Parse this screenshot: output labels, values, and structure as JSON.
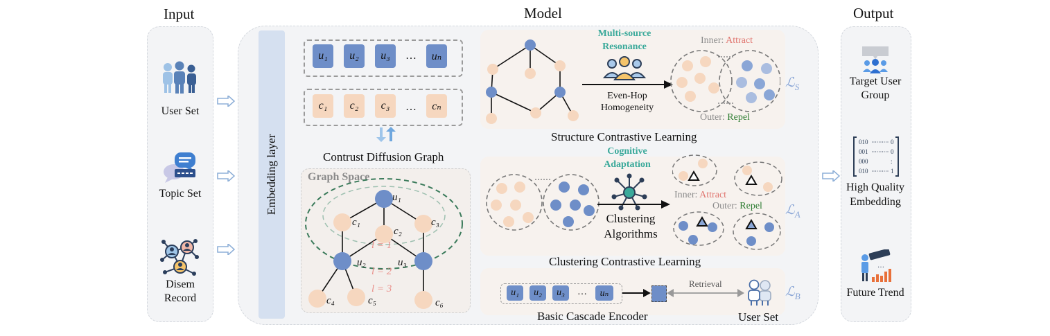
{
  "headers": {
    "input": "Input",
    "model": "Model",
    "output": "Output"
  },
  "input": {
    "user_set": "User Set",
    "topic_set": "Topic Set",
    "disem_record_line1": "Disem",
    "disem_record_line2": "Record"
  },
  "embedding_layer": "Embedding layer",
  "tokens": {
    "u": [
      "u₁",
      "u₂",
      "u₃",
      "…",
      "uₙ"
    ],
    "c": [
      "c₁",
      "c₂",
      "c₃",
      "…",
      "cₙ"
    ]
  },
  "contrust_diffusion_graph": "Contrust Diffusion Graph",
  "graph_space": {
    "title": "Graph Space",
    "nodes": {
      "u1": "u₁",
      "c1": "c₁",
      "c2": "c₂",
      "c3": "c₃",
      "u2": "u₂",
      "u3": "u₃",
      "c4": "c₄",
      "c5": "c₅",
      "c6": "c₆"
    },
    "levels": [
      "l = 1",
      "l = 2",
      "l = 3"
    ]
  },
  "structure": {
    "multi_source_line1": "Multi-source",
    "multi_source_line2": "Resonance",
    "even_hop_line1": "Even-Hop",
    "even_hop_line2": "Homogeneity",
    "inner": "Inner:",
    "attract": "Attract",
    "outer": "Outer:",
    "repel": "Repel",
    "loss": "ℒ",
    "loss_sub": "S",
    "caption": "Structure Contrastive Learning"
  },
  "clustering": {
    "cognitive_line1": "Cognitive",
    "cognitive_line2": "Adaptation",
    "algo_line1": "Clustering",
    "algo_line2": "Algorithms",
    "inner": "Inner:",
    "attract": "Attract",
    "outer": "Outer:",
    "repel": "Repel",
    "loss": "ℒ",
    "loss_sub": "A",
    "caption": "Clustering Contrastive Learning"
  },
  "basic": {
    "tokens": [
      "u₁",
      "u₂",
      "u₃",
      "…",
      "uₙ"
    ],
    "retrieval": "Retrieval",
    "user_set": "User Set",
    "loss": "ℒ",
    "loss_sub": "B",
    "caption": "Basic Cascade Encoder"
  },
  "output": {
    "target_line1": "Target User",
    "target_line2": "Group",
    "hq_line1": "High Quality",
    "hq_line2": "Embedding",
    "future": "Future Trend"
  },
  "colors": {
    "user_blue": "#6e8ec8",
    "topic_peach": "#f6d7bf",
    "teal": "#3aa99a",
    "attract_red": "#e07670",
    "repel_green": "#2e7d32"
  }
}
